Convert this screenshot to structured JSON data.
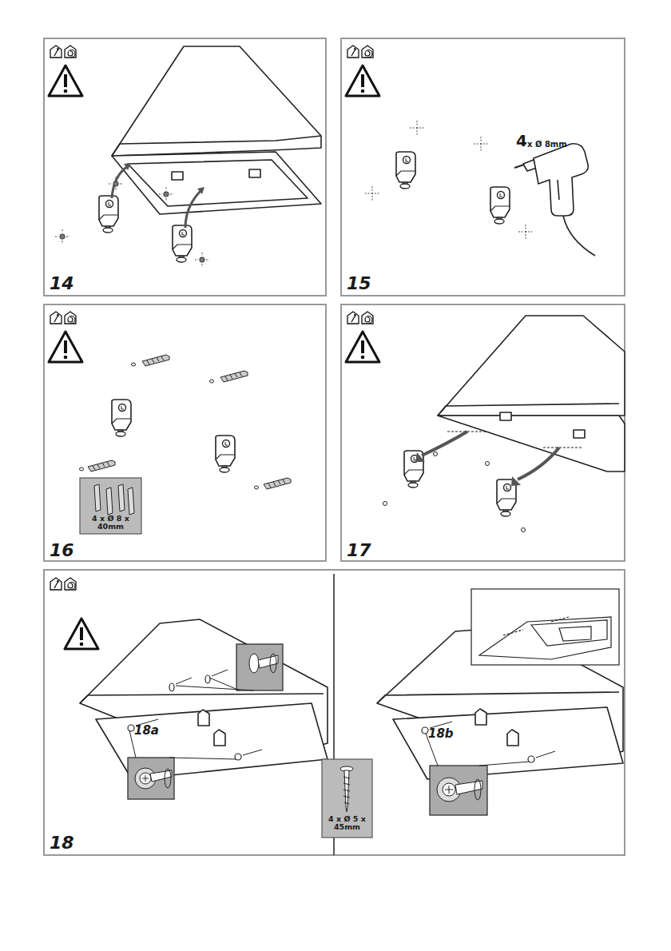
{
  "diagram": {
    "labels": [
      "14",
      "15",
      "4",
      "x Ø 8mm",
      "16",
      "4 x Ø 8 x 40mm",
      "17",
      "18a",
      "18",
      "4 x Ø 5 x 45mm",
      "18b"
    ]
  }
}
